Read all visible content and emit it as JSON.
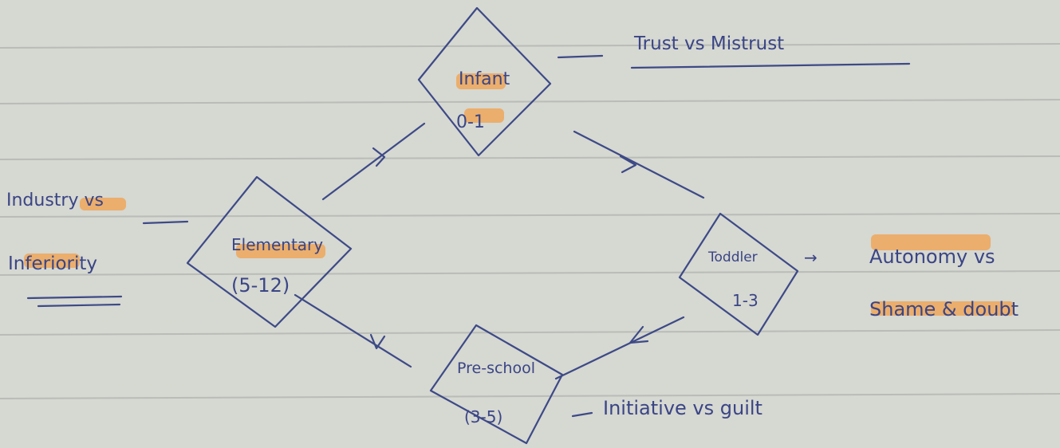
{
  "nodes": [
    {
      "id": "infant",
      "title": "Infant",
      "age": "0-1"
    },
    {
      "id": "toddler",
      "title": "Toddler",
      "age": "1-3"
    },
    {
      "id": "preschool",
      "title": "Pre-school",
      "age": "(3-5)"
    },
    {
      "id": "elementary",
      "title": "Elementary",
      "age": "(5-12)"
    }
  ],
  "stages": {
    "infant": "Trust vs Mistrust",
    "toddler_line1": "Autonomy vs",
    "toddler_line2": "Shame & doubt",
    "preschool": "Initiative vs guilt",
    "elementary_line1": "Industry vs",
    "elementary_line2": "Inferiority"
  },
  "colors": {
    "ink": "#3d4a86",
    "highlight": "#f2a04a",
    "paper": "#d6d8d2",
    "rule": "#b9bcb7"
  }
}
